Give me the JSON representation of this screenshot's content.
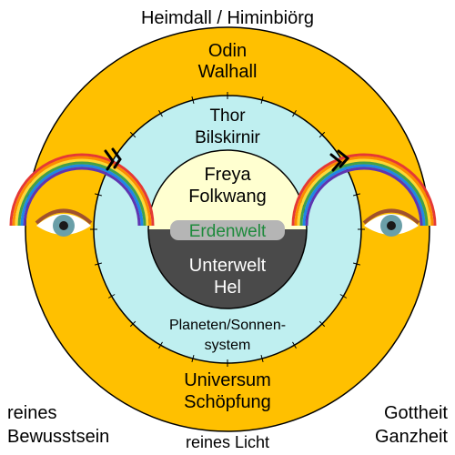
{
  "top_title": "Heimdall / Himinbiörg",
  "outer_ring": {
    "line1": "Odin",
    "line2": "Walhall",
    "bottom_line1": "Universum",
    "bottom_line2": "Schöpfung",
    "color": "#FFC000"
  },
  "middle_ring": {
    "line1": "Thor",
    "line2": "Bilskirnir",
    "bottom_line1": "Planeten/Sonnen-",
    "bottom_line2": "system",
    "color": "#BFEFF0"
  },
  "inner_upper": {
    "line1": "Freya",
    "line2": "Folkwang",
    "color": "#FFFFD0"
  },
  "earth_label": "Erdenwelt",
  "earth_color": "#1E8A3C",
  "underworld": {
    "line1": "Unterwelt",
    "line2": "Hel",
    "color": "#4A4A4A"
  },
  "corner_bottom_left": {
    "line1": "reines",
    "line2": "Bewusstsein"
  },
  "corner_bottom_right": {
    "line1": "Gottheit",
    "line2": "Ganzheit"
  },
  "bottom_center": "reines Licht",
  "icons": [
    "eye-icon",
    "rainbow-bridge-icon",
    "chevron-arrow-icon"
  ]
}
